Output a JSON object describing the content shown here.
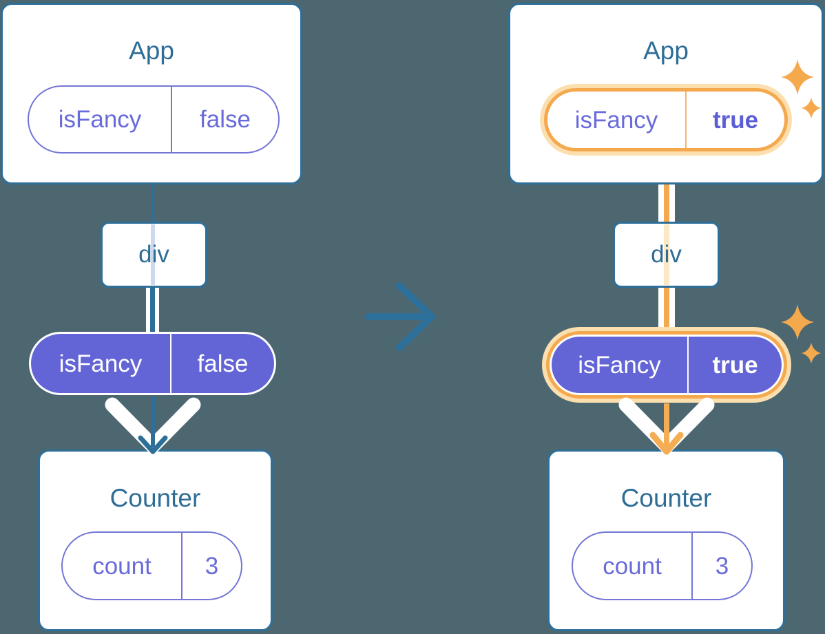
{
  "background_color": "#4D6771",
  "accent_colors": {
    "tree_blue": "#2E6F99",
    "state_purple": "#6365D6",
    "highlight_orange": "#F5A94F",
    "pale_orange": "#FBDFAE"
  },
  "before": {
    "app": {
      "title": "App",
      "state": {
        "name": "isFancy",
        "value": "false"
      }
    },
    "container": {
      "label": "div"
    },
    "passed_context": {
      "name": "isFancy",
      "value": "false"
    },
    "counter": {
      "title": "Counter",
      "state": {
        "name": "count",
        "value": "3"
      }
    }
  },
  "after": {
    "app": {
      "title": "App",
      "state": {
        "name": "isFancy",
        "value": "true"
      }
    },
    "container": {
      "label": "div"
    },
    "passed_context": {
      "name": "isFancy",
      "value": "true"
    },
    "counter": {
      "title": "Counter",
      "state": {
        "name": "count",
        "value": "3"
      }
    }
  }
}
